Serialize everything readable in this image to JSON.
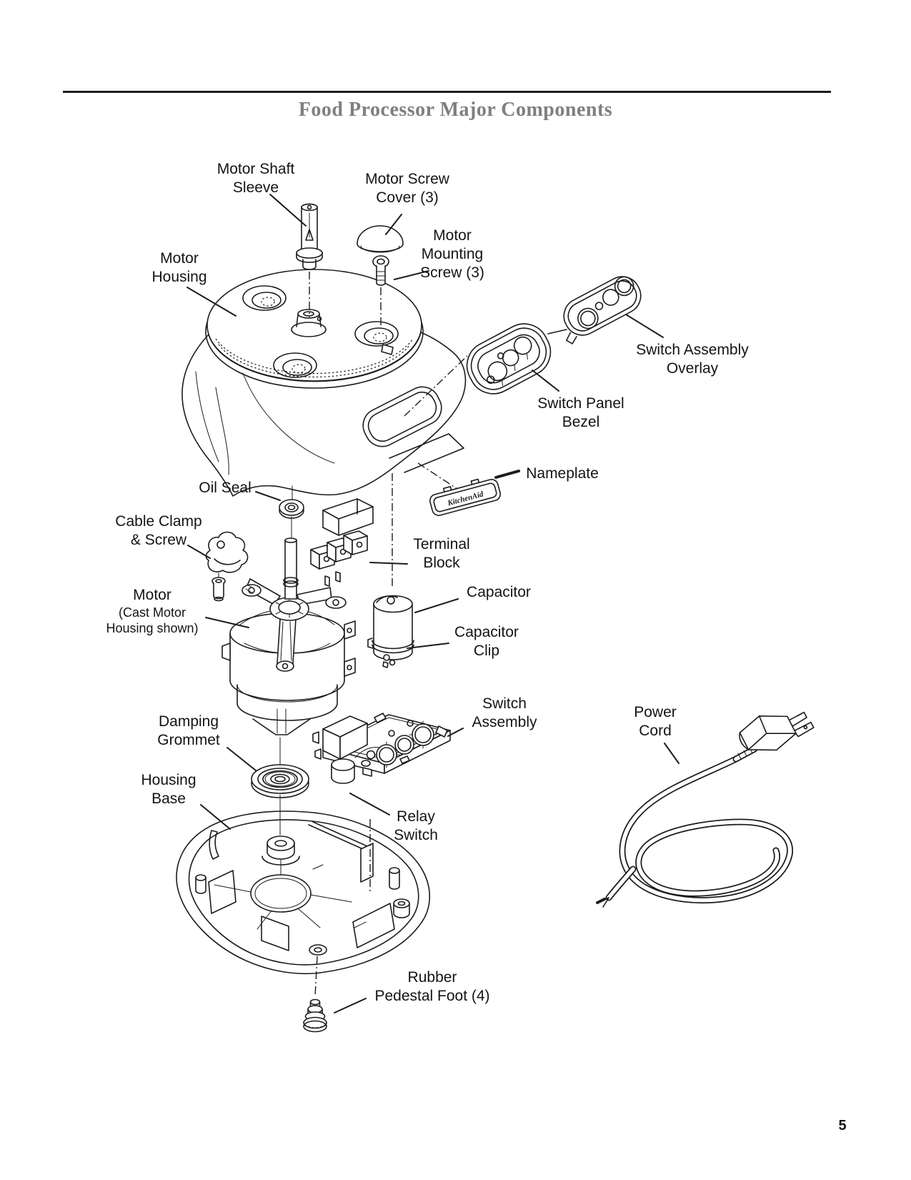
{
  "page": {
    "title": "Food Processor Major Components",
    "page_number": "5"
  },
  "nameplate_brand": "KitchenAid",
  "colors": {
    "ink": "#1c1c1c",
    "title_gray": "#7f7f7f",
    "paper": "#ffffff"
  },
  "labels": {
    "motor_shaft_sleeve": {
      "lines": [
        "Motor Shaft",
        "Sleeve"
      ]
    },
    "motor_screw_cover": {
      "lines": [
        "Motor Screw",
        "Cover (3)"
      ]
    },
    "motor_housing": {
      "lines": [
        "Motor",
        "Housing"
      ]
    },
    "motor_mounting_screw": {
      "lines": [
        "Motor",
        "Mounting",
        "Screw (3)"
      ]
    },
    "switch_assembly_overlay": {
      "lines": [
        "Switch Assembly",
        "Overlay"
      ]
    },
    "switch_panel_bezel": {
      "lines": [
        "Switch Panel",
        "Bezel"
      ]
    },
    "nameplate": {
      "lines": [
        "Nameplate"
      ]
    },
    "oil_seal": {
      "lines": [
        "Oil Seal"
      ]
    },
    "cable_clamp_screw": {
      "lines": [
        "Cable Clamp",
        "& Screw"
      ]
    },
    "terminal_block": {
      "lines": [
        "Terminal",
        "Block"
      ]
    },
    "motor": {
      "lines": [
        "Motor",
        "(Cast Motor",
        "Housing shown)"
      ]
    },
    "capacitor": {
      "lines": [
        "Capacitor"
      ]
    },
    "capacitor_clip": {
      "lines": [
        "Capacitor",
        "Clip"
      ]
    },
    "switch_assembly": {
      "lines": [
        "Switch",
        "Assembly"
      ]
    },
    "power_cord": {
      "lines": [
        "Power",
        "Cord"
      ]
    },
    "damping_grommet": {
      "lines": [
        "Damping",
        "Grommet"
      ]
    },
    "housing_base": {
      "lines": [
        "Housing",
        "Base"
      ]
    },
    "relay_switch": {
      "lines": [
        "Relay",
        "Switch"
      ]
    },
    "rubber_pedestal_foot": {
      "lines": [
        "Rubber",
        "Pedestal Foot (4)"
      ]
    }
  }
}
